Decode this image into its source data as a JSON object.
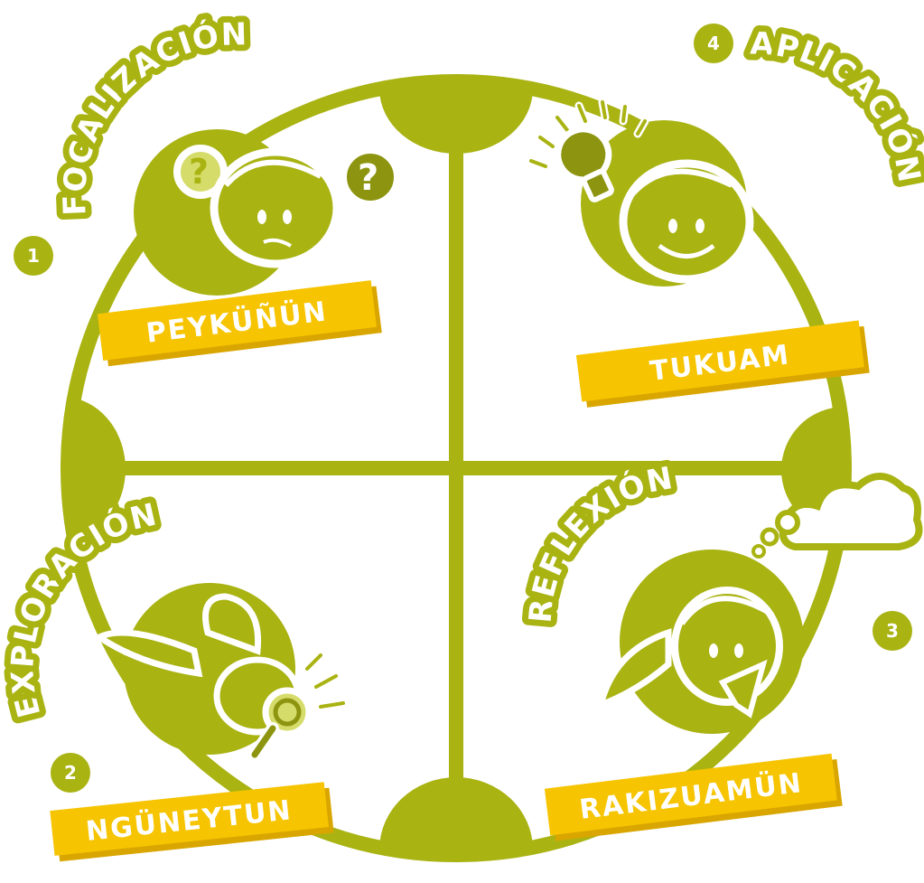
{
  "colors": {
    "olive": "#a9b312",
    "olive_dark": "#8d9510",
    "banner": "#f6c400",
    "banner_shadow": "#d9a600",
    "white": "#ffffff"
  },
  "stages": [
    {
      "number": "1",
      "phase": "FOCALIZACIÓN",
      "label": "PEYKÜÑÜN",
      "icon": "boy-confused-icon"
    },
    {
      "number": "2",
      "phase": "EXPLORACIÓN",
      "label": "NGÜNEYTUN",
      "icon": "rabbit-magnifier-icon"
    },
    {
      "number": "3",
      "phase": "REFLEXIÓN",
      "label": "RAKIZUAMÜN",
      "icon": "girl-thinking-icon"
    },
    {
      "number": "4",
      "phase": "APLICACIÓN",
      "label": "TUKUAM",
      "icon": "boy-idea-icon"
    }
  ]
}
